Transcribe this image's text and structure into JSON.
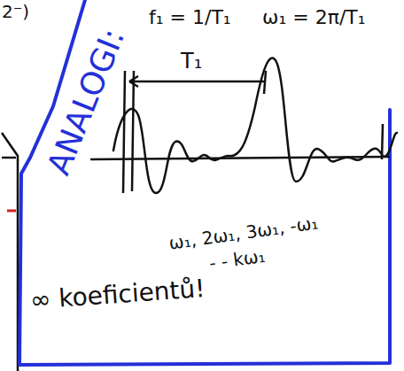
{
  "diagram": {
    "labels": [
      "2⁻)",
      "ANALOGI:",
      "f₁ = 1/T₁",
      "ω₁ = 2π/T₁",
      "T₁",
      "ω₁, 2ω₁, 3ω₁, -ω₁",
      "- - kω₁",
      "∞ koeficientů!"
    ]
  }
}
